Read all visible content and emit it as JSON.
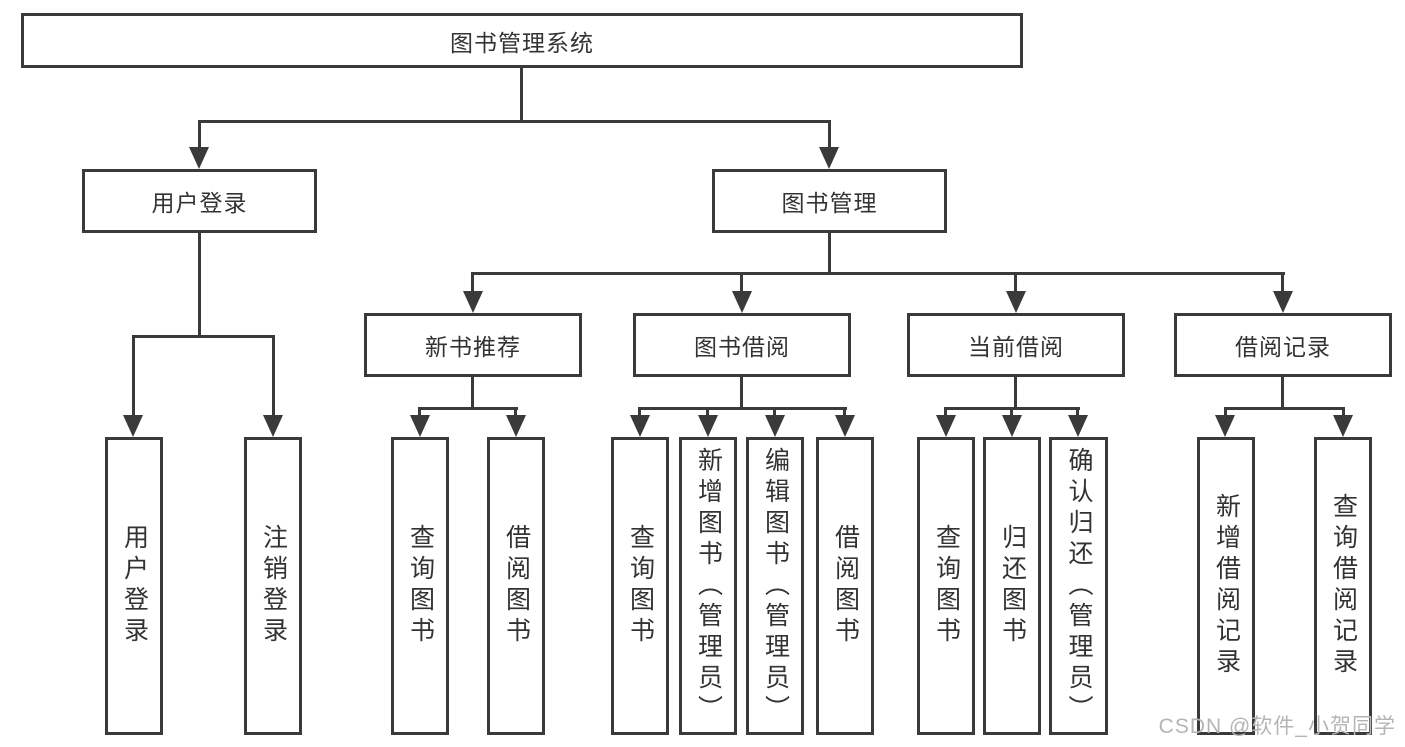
{
  "nodes": {
    "root": "图书管理系统",
    "l2": [
      "用户登录",
      "图书管理"
    ],
    "l3": [
      "新书推荐",
      "图书借阅",
      "当前借阅",
      "借阅记录"
    ],
    "leaves": [
      "用户登录",
      "注销登录",
      "查询图书",
      "借阅图书",
      "查询图书",
      "新增图书（管理员）",
      "编辑图书（管理员）",
      "借阅图书",
      "查询图书",
      "归还图书",
      "确认归还（管理员）",
      "新增借阅记录",
      "查询借阅记录"
    ]
  },
  "hierarchy": {
    "图书管理系统": {
      "用户登录": [
        "用户登录",
        "注销登录"
      ],
      "图书管理": {
        "新书推荐": [
          "查询图书",
          "借阅图书"
        ],
        "图书借阅": [
          "查询图书",
          "新增图书（管理员）",
          "编辑图书（管理员）",
          "借阅图书"
        ],
        "当前借阅": [
          "查询图书",
          "归还图书",
          "确认归还（管理员）"
        ],
        "借阅记录": [
          "新增借阅记录",
          "查询借阅记录"
        ]
      }
    }
  },
  "watermark": "CSDN @软件_小贺同学",
  "colors": {
    "line": "#3a3a3a",
    "text": "#333333",
    "box_fill": "#ffffff",
    "background": "#ffffff",
    "watermark": "#b5b5b5"
  }
}
